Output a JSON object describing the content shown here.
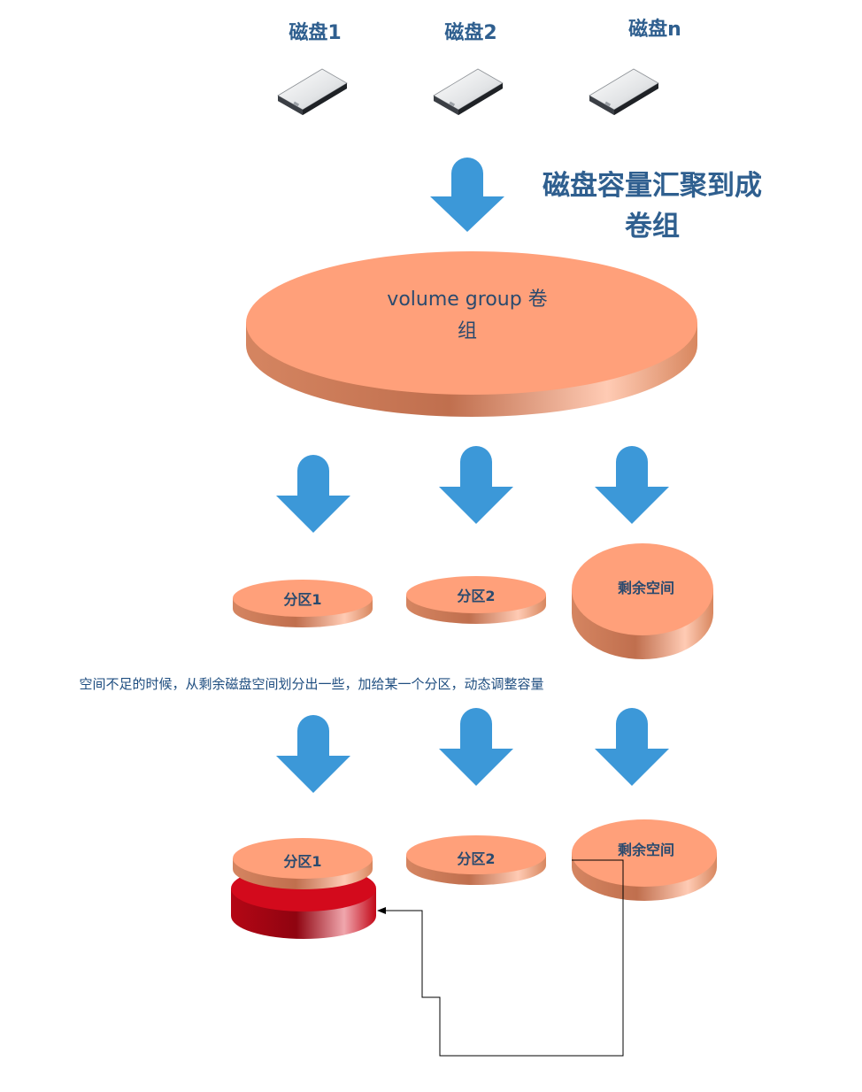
{
  "disks": [
    {
      "label": "磁盘1"
    },
    {
      "label": "磁盘2"
    },
    {
      "label": "磁盘n"
    }
  ],
  "aggregate_caption": [
    "磁盘容量汇聚到成",
    "卷组"
  ],
  "volume_group": [
    "volume group 卷",
    "组"
  ],
  "partitions_before": [
    {
      "label": "分区1"
    },
    {
      "label": "分区2"
    },
    {
      "label": "剩余空间"
    }
  ],
  "note": "空间不足的时候，从剩余磁盘空间划分出一些，加给某一个分区，动态调整容量",
  "partitions_after": [
    {
      "label": "分区1"
    },
    {
      "label": "分区2"
    },
    {
      "label": "剩余空间"
    }
  ],
  "colors": {
    "arrow": "#3c98d8",
    "disk_top": "#ffa07a",
    "extension": "#d30a1c",
    "caption": "#2f5f8f"
  }
}
